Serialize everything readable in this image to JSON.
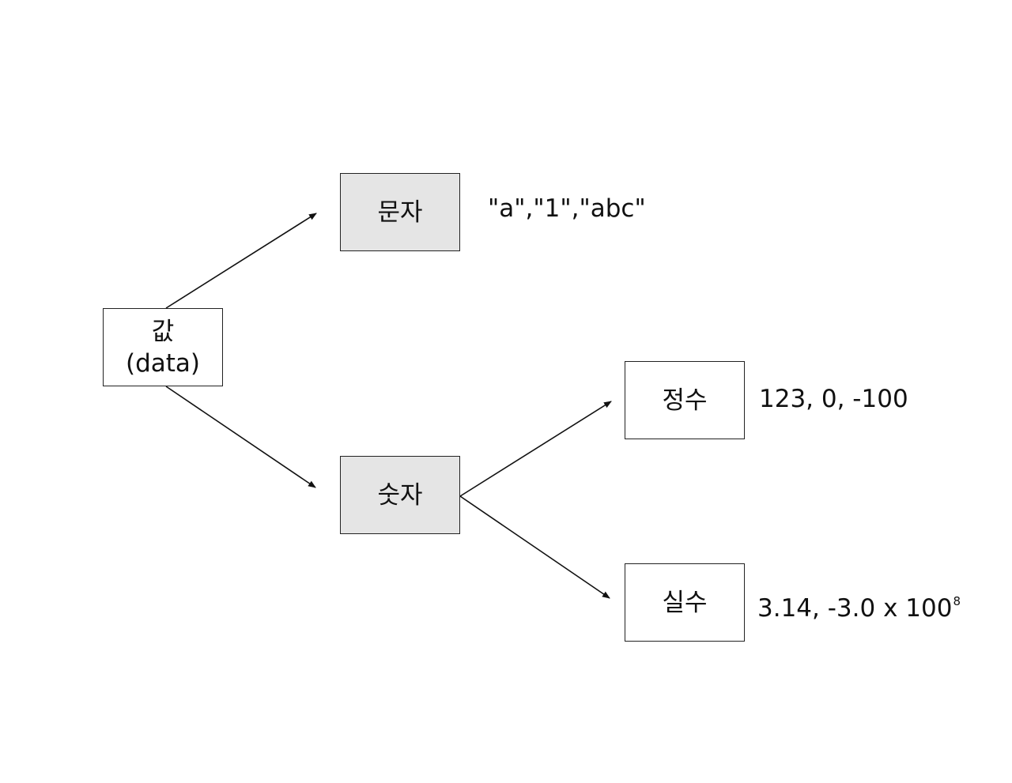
{
  "nodes": {
    "root": {
      "label": "값",
      "sublabel": "(data)"
    },
    "character": {
      "label": "문자",
      "example": "\"a\",\"1\",\"abc\""
    },
    "number": {
      "label": "숫자"
    },
    "integer": {
      "label": "정수",
      "example": "123, 0, -100"
    },
    "real": {
      "label": "실수",
      "example": "3.14, -3.0 x 100",
      "example_exponent": "8"
    }
  },
  "colors": {
    "line": "#111111",
    "category_fill": "#e5e5e5",
    "leaf_fill": "#ffffff"
  }
}
